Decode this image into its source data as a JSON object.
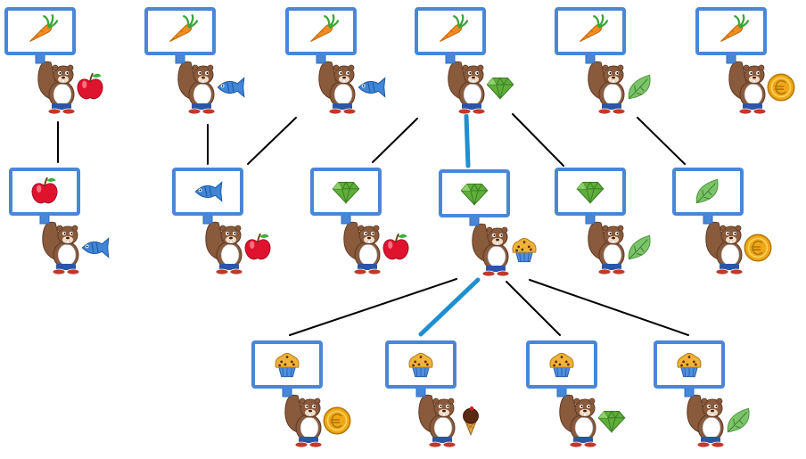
{
  "background": "#ffffff",
  "colors": {
    "sign_border": "#4a86d6",
    "sign_fill": "#ffffff",
    "sign_post": "#4a86d6",
    "edge": "#000000",
    "edge_highlight": "#1f8fd0",
    "beaver_fur": "#8a5a3c",
    "beaver_belly": "#f3dcc4",
    "beaver_shirt": "#ffffff",
    "beaver_pants": "#2a55a8",
    "beaver_shoes": "#c0392b"
  },
  "items": {
    "carrot": "carrot-icon",
    "apple": "apple-icon",
    "fish": "fish-icon",
    "gem": "gem-icon",
    "leaf": "leaf-icon",
    "coin": "coin-icon",
    "muffin": "muffin-icon",
    "icecream": "ice-cream-icon"
  },
  "nodes": [
    {
      "id": "r1c1",
      "sign": "carrot",
      "holds": "apple"
    },
    {
      "id": "r1c2",
      "sign": "carrot",
      "holds": "fish"
    },
    {
      "id": "r1c3",
      "sign": "carrot",
      "holds": "fish"
    },
    {
      "id": "r1c4",
      "sign": "carrot",
      "holds": "gem"
    },
    {
      "id": "r1c5",
      "sign": "carrot",
      "holds": "leaf"
    },
    {
      "id": "r1c6",
      "sign": "carrot",
      "holds": "coin"
    },
    {
      "id": "r2c1",
      "sign": "apple",
      "holds": "fish"
    },
    {
      "id": "r2c2",
      "sign": "fish",
      "holds": "apple"
    },
    {
      "id": "r2c3",
      "sign": "gem",
      "holds": "apple"
    },
    {
      "id": "r2c4",
      "sign": "gem",
      "holds": "muffin"
    },
    {
      "id": "r2c5",
      "sign": "gem",
      "holds": "leaf"
    },
    {
      "id": "r2c6",
      "sign": "leaf",
      "holds": "coin"
    },
    {
      "id": "r3c1",
      "sign": "muffin",
      "holds": "coin"
    },
    {
      "id": "r3c2",
      "sign": "muffin",
      "holds": "icecream"
    },
    {
      "id": "r3c3",
      "sign": "muffin",
      "holds": "gem"
    },
    {
      "id": "r3c4",
      "sign": "muffin",
      "holds": "leaf"
    }
  ],
  "edges": [
    {
      "from": "r1c1",
      "to": "r2c1",
      "highlight": false
    },
    {
      "from": "r1c2",
      "to": "r2c2",
      "highlight": false
    },
    {
      "from": "r1c3",
      "to": "r2c2",
      "highlight": false
    },
    {
      "from": "r1c4",
      "to": "r2c3",
      "highlight": false
    },
    {
      "from": "r1c4",
      "to": "r2c4",
      "highlight": true
    },
    {
      "from": "r1c4",
      "to": "r2c5",
      "highlight": false
    },
    {
      "from": "r1c5",
      "to": "r2c6",
      "highlight": false
    },
    {
      "from": "r2c4",
      "to": "r3c1",
      "highlight": false
    },
    {
      "from": "r2c4",
      "to": "r3c2",
      "highlight": true
    },
    {
      "from": "r2c4",
      "to": "r3c3",
      "highlight": false
    },
    {
      "from": "r2c4",
      "to": "r3c4",
      "highlight": false
    }
  ]
}
